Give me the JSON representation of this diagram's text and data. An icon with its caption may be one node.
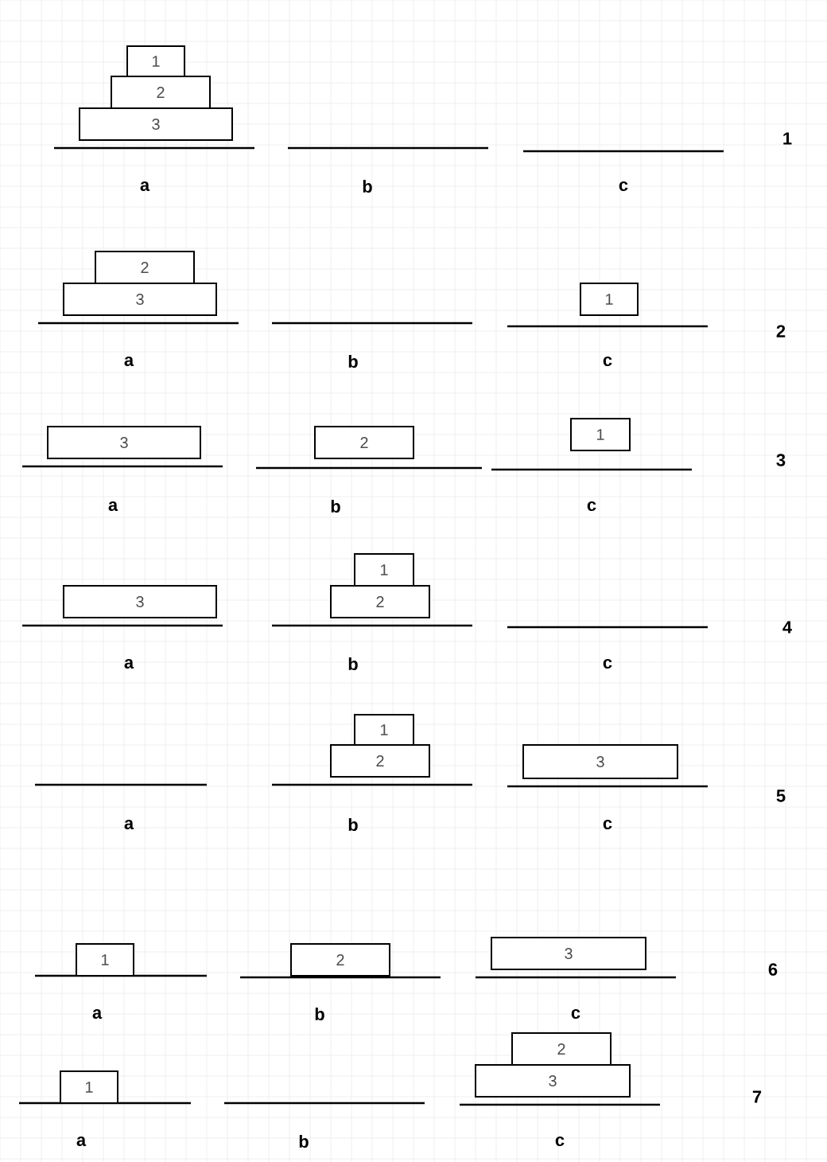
{
  "diagram": {
    "nodes": [
      {
        "text": [
          "1"
        ]
      },
      {
        "text": [
          "2"
        ]
      },
      {
        "text": [
          "3"
        ]
      },
      {
        "text": [
          "2"
        ]
      },
      {
        "text": [
          "3"
        ]
      },
      {
        "text": [
          "1"
        ]
      },
      {
        "text": [
          "3"
        ]
      },
      {
        "text": [
          "2"
        ]
      },
      {
        "text": [
          "1"
        ]
      },
      {
        "text": [
          "1"
        ]
      },
      {
        "text": [
          "3"
        ]
      },
      {
        "text": [
          "2"
        ]
      },
      {
        "text": [
          "1"
        ]
      },
      {
        "text": [
          "2"
        ]
      },
      {
        "text": [
          "3"
        ]
      },
      {
        "text": [
          "1"
        ]
      },
      {
        "text": [
          "2"
        ]
      },
      {
        "text": [
          "3"
        ]
      },
      {
        "text": [
          "2"
        ]
      },
      {
        "text": [
          "1"
        ]
      },
      {
        "text": [
          "3"
        ]
      }
    ],
    "labels": [
      "1",
      "a",
      "b",
      "c",
      "2",
      "a",
      "b",
      "c",
      "3",
      "a",
      "b",
      "c",
      "4",
      "a",
      "b",
      "c",
      "5",
      "a",
      "b",
      "c",
      "6",
      "a",
      "b",
      "c",
      "7",
      "a",
      "b",
      "c"
    ]
  }
}
